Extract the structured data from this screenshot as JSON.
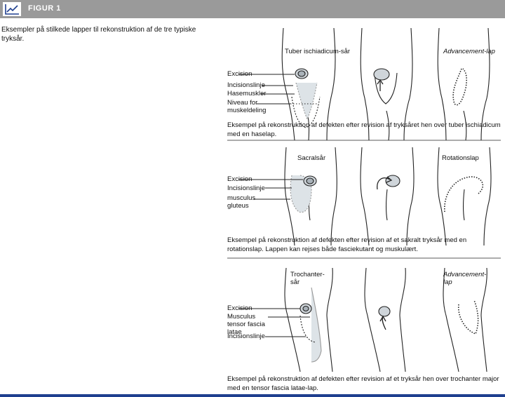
{
  "header": {
    "title": "FIGUR 1",
    "icon": "line-chart-icon"
  },
  "caption": "Eksempler på stilkede lapper til rekonstruktion af de tre typiske tryksår.",
  "panels": [
    {
      "labels": [
        "Excision",
        "Incisionslinje",
        "Hasemuskler",
        "Niveau for muskeldeling"
      ],
      "top_labels": [
        "Tuber ischiadicum-sår",
        "",
        "Advancement-lap"
      ],
      "text": "Eksempel på rekonstruktion af defekten efter revision af tryksåret hen over tuber ischiadicum med en haselap."
    },
    {
      "labels": [
        "Excision",
        "Incisionslinje",
        "musculus gluteus"
      ],
      "top_labels": [
        "Sacralsår",
        "",
        "Rotationslap"
      ],
      "text": "Eksempel på rekonstruktion af defekten efter revision af et sakralt tryksår med en rotationslap. Lappen kan rejses både fasciekutant og muskulært."
    },
    {
      "labels": [
        "Excision",
        "Musculus tensor fascia latae",
        "Incisionslinje"
      ],
      "top_labels": [
        "Trochanter-sår",
        "",
        "Advancement-lap"
      ],
      "text": "Eksempel på rekonstruktion af defekten efter revision af et tryksår hen over trochanter major med en tensor fascia latae-lap."
    }
  ],
  "colors": {
    "header": "#9a9a9a",
    "accent": "#1f3f8f",
    "tint": "#dde3e7"
  }
}
